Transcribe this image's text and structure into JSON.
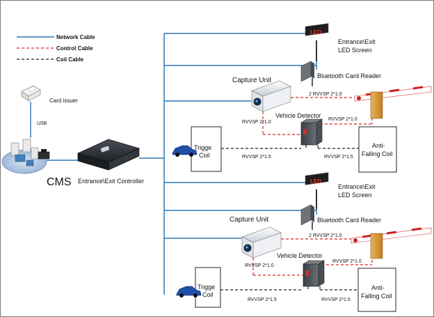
{
  "colors": {
    "network": "#2e75b6",
    "control": "#e02020",
    "coil": "#222222",
    "barrier_arm": "#ffffff",
    "barrier_body": "#d89a3a"
  },
  "legend": {
    "network": "Network Cable",
    "control": "Control Cable",
    "coil": "Coil Cable"
  },
  "left": {
    "card_issuer": "Card issuer",
    "usb": "USB",
    "cms": "CMS",
    "controller": "Entrance\\Exit Controller"
  },
  "lanes": [
    {
      "led_screen_line1": "Entrance\\Exit",
      "led_screen_line2": "LED Screen",
      "led_text": "LED",
      "card_reader": "Bluetooth Card Reader",
      "capture_unit": "Capture Unit",
      "reader_cable": "2 RVVSP 2*1.0",
      "vehicle_detector": "Vehicle Detector",
      "capture_cable": "RVVSP 2*1.0",
      "detector_cable": "RVVSP 2*1.0",
      "trigge_coil_line1": "Trigge",
      "trigge_coil_line2": "Coil",
      "trigge_cable": "RVVSP 2*1.5",
      "antifall_cable": "RVVSP 2*1.5",
      "antifall_line1": "Anti-",
      "antifall_line2": "Falling Coil"
    },
    {
      "led_screen_line1": "Entrance\\Exit",
      "led_screen_line2": "LED Screen",
      "led_text": "LED",
      "card_reader": "Bluetooth Card Reader",
      "capture_unit": "Capture Unit",
      "reader_cable": "2 RVVSP 2*1.0",
      "vehicle_detector": "Vehicle Detector",
      "capture_cable": "RVVSP 2*1.0",
      "detector_cable": "RVVSP 2*1.0",
      "trigge_coil_line1": "Trigge",
      "trigge_coil_line2": "Coil",
      "trigge_cable": "RVVSP 2*1.5",
      "antifall_cable": "RVVSP 2*1.5",
      "antifall_line1": "Anti-",
      "antifall_line2": "Falling Coil"
    }
  ]
}
